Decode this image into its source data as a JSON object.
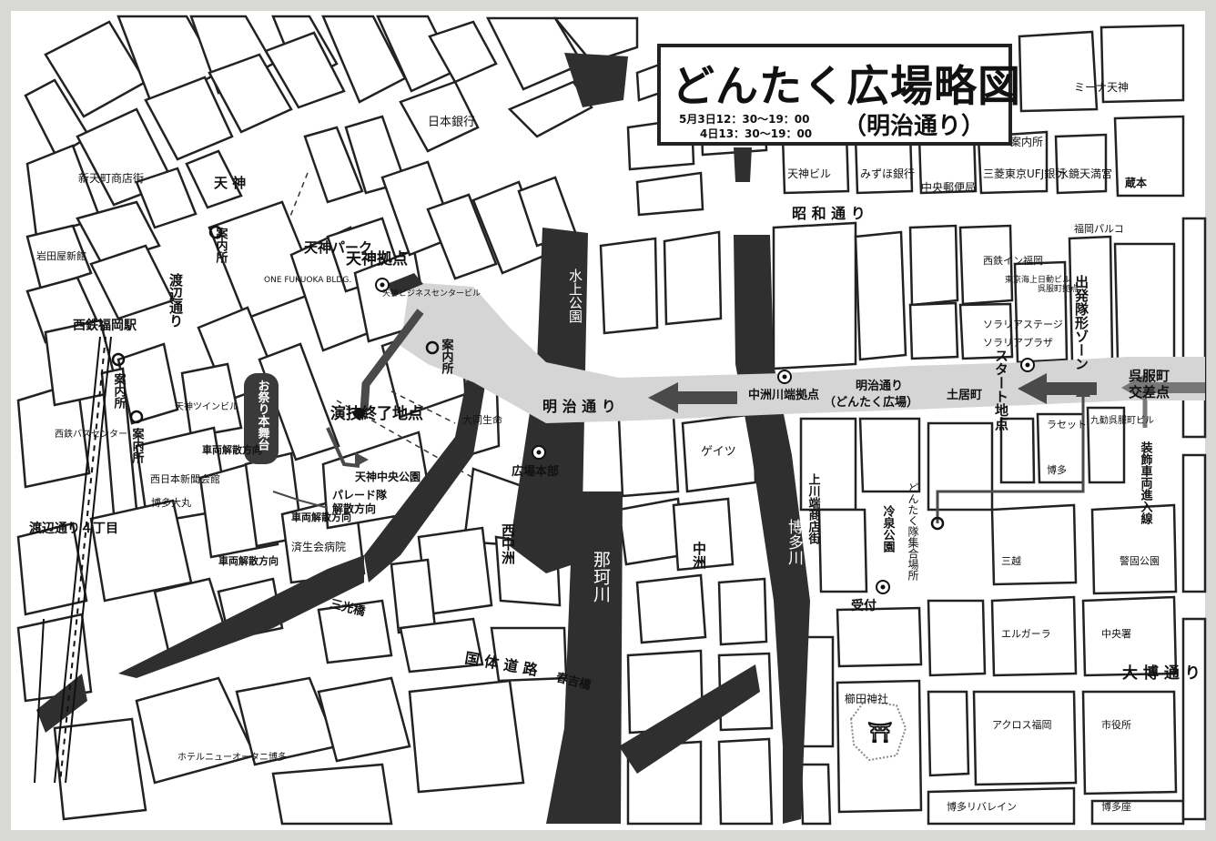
{
  "title": {
    "main": "どんたく広場略図",
    "date_line1": "5月3日12：30〜19：00",
    "date_line2": "4日13：30〜19：00",
    "road": "（明治通り）"
  },
  "colors": {
    "river": "#2f2f2f",
    "route": "#d5d5d5",
    "arrow": "#4a4a4a",
    "background": "#d8d8d4"
  },
  "labels": {
    "showa_dori": "昭 和 通 り",
    "meiji_dori": "明 治 通 り",
    "kokutai_doro": "国 体 道 路",
    "watanabe_dori": "渡辺通り",
    "watanabe_4": "渡辺通り４丁目",
    "hakata_dori": "大 博 通 り",
    "tenjin": "天 神",
    "tenjin_park": "天神パーク",
    "tenjin_base": "天神拠点",
    "nishitetsu_fukuoka_station": "西鉄福岡駅",
    "nakasu_kawabata_base": "中洲川端拠点",
    "meiji_dori_donntaku_1": "明治通り",
    "meiji_dori_donntaku_2": "（どんたく広場）",
    "dojomachi": "土居町",
    "start_point": "スタート地点",
    "departure_zone": "出発隊形ゾーン",
    "gofukumachi_1": "呉服町",
    "gofukumachi_2": "交差点",
    "decor_vehicle": "装飾車両進入線",
    "performance_end": "演技終了地点",
    "tenjin_chuo_park": "天神中央公園",
    "parade_disperse_1": "パレード隊",
    "parade_disperse_2": "解散方向",
    "vehicle_disperse": "車両解散方向",
    "hiroba_honbu": "広場本部",
    "reisen_park": "冷泉公園",
    "uketsuke": "受付",
    "dontaku_assembly": "どんたく隊集合場所",
    "kushida_shrine": "櫛田神社",
    "sanko_bridge": "三光橋",
    "haruyoshi_bridge": "春吉橋",
    "nakasu": "中洲",
    "nishinakasu": "西中洲",
    "kawabata_shotengai": "上川端商店街",
    "naka_river": "那珂川",
    "hakata_river": "博多川",
    "mizujo_park": "水上公園",
    "info_center": "案内所",
    "omatsuri_stage": "お祭り本舞台",
    "kurahon": "蔵本",
    "hotel_new_otani": "ホテルニューオータニ博多"
  },
  "buildings": {
    "chuo_post": "中央郵便局",
    "mina_tenjin": "ミーナ天神",
    "nihon_ginko": "日本銀行",
    "tenjin_building": "天神ビル",
    "shintenmachi": "新天町商店街",
    "ufj": "三菱東京UFJ銀行",
    "mizuho": "みずほ銀行",
    "suikyo_tenmangu": "水鏡天満宮",
    "nishitetsu_inn": "西鉄イン福岡",
    "hakata_riverain": "博多リバレイン",
    "hakata_za": "博多座",
    "tokio_bldg": "東京海上日動ビル",
    "gofukumachi_base": "呉服町拠点",
    "iwataya": "岩田屋新館",
    "fukuoka_parco": "福岡パルコ",
    "solaria_stage": "ソラリアステージ",
    "one_fukuoka": "ONE FUKUOKA BLDG.",
    "tenjin_business": "天神ビジネスセンタービル",
    "acros": "アクロス福岡",
    "shiyakusho": "市役所",
    "tenjin_twin": "天神ツインビル",
    "daido_seimei": "大同生命",
    "gates": "ゲイツ",
    "solaria_plaza": "ソラリアプラザ",
    "nishitetsu_bus": "西鉄バスセンター",
    "mitsukoshi": "三越",
    "keigo_park": "警固公園",
    "nishinippon": "西日本新聞会館",
    "hakata_daimaru": "博多大丸",
    "elgala": "エルガーラ",
    "chuo_police": "中央署",
    "saiseikai": "済生会病院",
    "laset": "ラセット",
    "kyukan": "九勧呉服町ビル",
    "hakata_bldg": "博多"
  }
}
